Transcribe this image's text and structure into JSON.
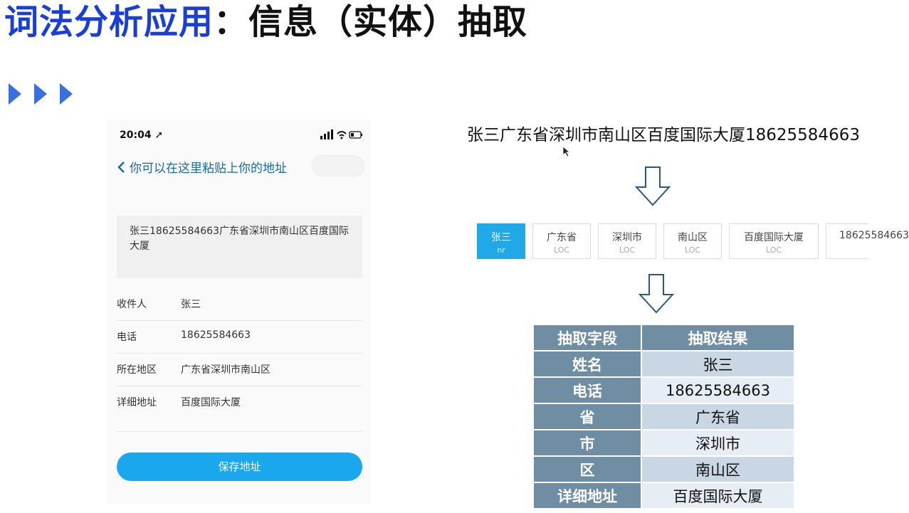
{
  "title": {
    "part_blue": "词法分析应用",
    "part_black": "：信息（实体）抽取"
  },
  "phone": {
    "time": "20:04",
    "nav_title": "你可以在这里粘贴上你的地址",
    "paste_text": "张三18625584663广东省深圳市南山区百度国际大厦",
    "rows": [
      {
        "label": "收件人",
        "value": "张三"
      },
      {
        "label": "电话",
        "value": "18625584663"
      },
      {
        "label": "所在地区",
        "value": "广东省深圳市南山区"
      },
      {
        "label": "详细地址",
        "value": "百度国际大厦"
      }
    ],
    "save_label": "保存地址"
  },
  "sentence": "张三广东省深圳市南山区百度国际大厦18625584663",
  "tokens": [
    {
      "word": "张三",
      "tag": "nr"
    },
    {
      "word": "广东省",
      "tag": "LOC"
    },
    {
      "word": "深圳市",
      "tag": "LOC"
    },
    {
      "word": "南山区",
      "tag": "LOC"
    },
    {
      "word": "百度国际大厦",
      "tag": "LOC"
    },
    {
      "word": "18625584663",
      "tag": ""
    }
  ],
  "table": {
    "headers": [
      "抽取字段",
      "抽取结果"
    ],
    "rows": [
      [
        "姓名",
        "张三"
      ],
      [
        "电话",
        "18625584663"
      ],
      [
        "省",
        "广东省"
      ],
      [
        "市",
        "深圳市"
      ],
      [
        "区",
        "南山区"
      ],
      [
        "详细地址",
        "百度国际大厦"
      ]
    ]
  },
  "colors": {
    "title_blue": "#1a3fd6",
    "accent": "#1aa7ec",
    "table_header": "#6f8da3"
  }
}
